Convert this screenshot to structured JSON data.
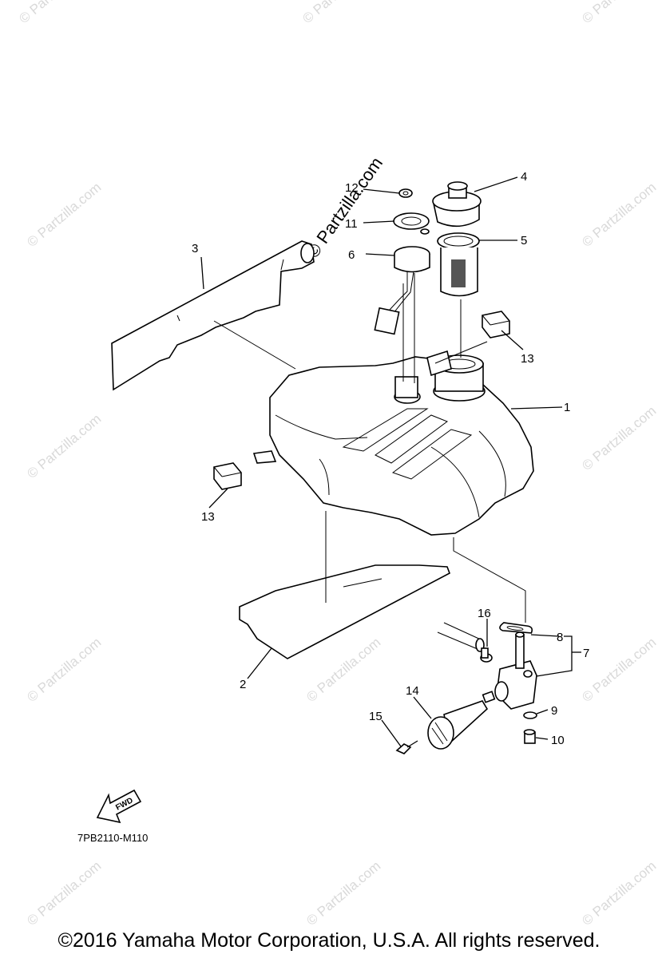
{
  "watermark_text": "© Partzilla.com",
  "center_watermark": "© Partzilla.com",
  "callouts": {
    "p1": "1",
    "p2": "2",
    "p3": "3",
    "p4": "4",
    "p5": "5",
    "p6": "6",
    "p7": "7",
    "p8": "8",
    "p9": "9",
    "p10": "10",
    "p11": "11",
    "p12": "12",
    "p13a": "13",
    "p13b": "13",
    "p14": "14",
    "p15": "15",
    "p16": "16"
  },
  "fwd_label": "FWD",
  "diagram_code": "7PB2110-M110",
  "copyright": "©2016 Yamaha Motor Corporation, U.S.A. All rights reserved."
}
